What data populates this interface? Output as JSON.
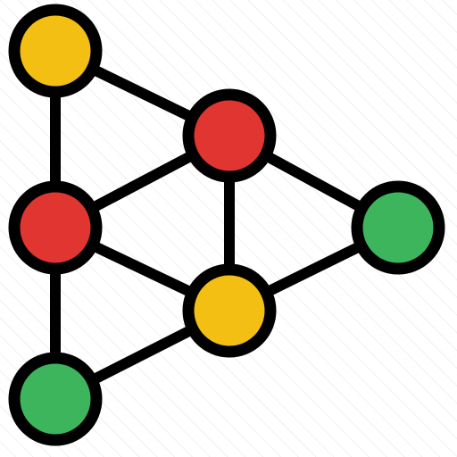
{
  "colors": {
    "background": "#ffffff",
    "hatch": "#e6e6e6",
    "outline": "#000000",
    "edge_shadow": "#3a4f9a",
    "yellow": "#f2bf12",
    "red": "#e03530",
    "green": "#3cb55c"
  },
  "icon": "network-graph-icon",
  "nodes": [
    {
      "id": "n1",
      "color": "yellow"
    },
    {
      "id": "n2",
      "color": "red"
    },
    {
      "id": "n3",
      "color": "red"
    },
    {
      "id": "n4",
      "color": "green"
    },
    {
      "id": "n5",
      "color": "yellow"
    },
    {
      "id": "n6",
      "color": "green"
    }
  ],
  "edges": [
    [
      "n1",
      "n2"
    ],
    [
      "n1",
      "n3"
    ],
    [
      "n2",
      "n3"
    ],
    [
      "n2",
      "n5"
    ],
    [
      "n2",
      "n4"
    ],
    [
      "n3",
      "n5"
    ],
    [
      "n3",
      "n6"
    ],
    [
      "n5",
      "n4"
    ],
    [
      "n5",
      "n6"
    ]
  ]
}
